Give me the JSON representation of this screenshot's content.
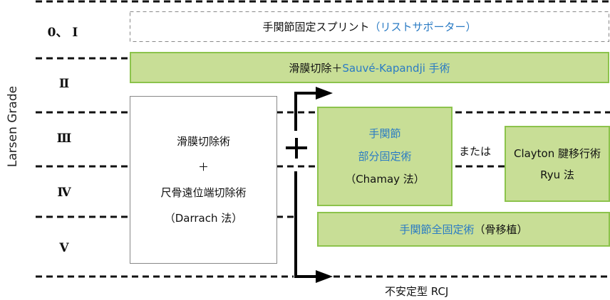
{
  "axis_label": "Larsen Grade",
  "grades": [
    "0、 I",
    "Ⅱ",
    "Ⅲ",
    "Ⅳ",
    "Ⅴ"
  ],
  "splint": {
    "text": "手関節固定スプリント",
    "blue_text": "（リストサポーター）"
  },
  "synovectomy_sk": {
    "text": "滑膜切除＋",
    "blue_text": "Sauvé-Kapandji 手術"
  },
  "darrach_box": {
    "line1": "滑膜切除術",
    "line2": "＋",
    "line3": "尺骨遠位端切除術",
    "line4": "（Darrach 法）"
  },
  "plus": "+",
  "partial_fusion": {
    "line1": "手関節",
    "line2": "部分固定術",
    "line3": "（Chamay 法）"
  },
  "or_label": "または",
  "clayton": {
    "line1": "Clayton 腱移行術",
    "line2": "Ryu 法"
  },
  "total_fusion": {
    "blue_text": "手関節全固定術",
    "text": "（骨移植）"
  },
  "unstable_label": "不安定型 RCJ",
  "colors": {
    "green_fill": "#c8de96",
    "green_border": "#8cc34c",
    "blue": "#2a7bc4"
  }
}
